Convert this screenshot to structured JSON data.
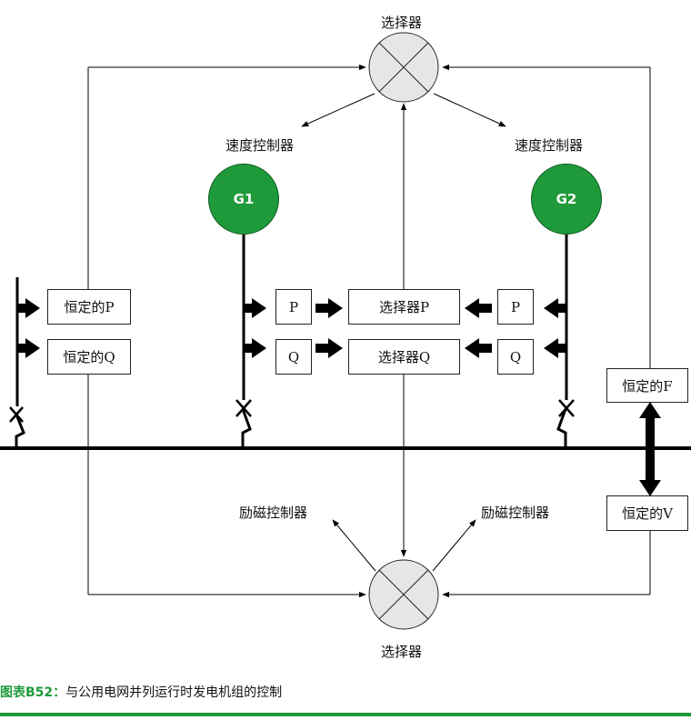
{
  "labels": {
    "selector_top": "选择器",
    "selector_bottom": "选择器",
    "speed_left": "速度控制器",
    "speed_right": "速度控制器",
    "excite_left": "励磁控制器",
    "excite_right": "励磁控制器"
  },
  "generators": {
    "g1": "G1",
    "g2": "G2"
  },
  "boxes": {
    "const_p": "恒定的P",
    "const_q": "恒定的Q",
    "p_left": "P",
    "q_left": "Q",
    "sel_p": "选择器P",
    "sel_q": "选择器Q",
    "p_right": "P",
    "q_right": "Q",
    "const_f": "恒定的F",
    "const_v": "恒定的V"
  },
  "caption": {
    "figure": "图表B52：",
    "text": "与公用电网并列运行时发电机组的控制"
  },
  "colors": {
    "green": "#1f9a3a",
    "line": "#000000"
  }
}
